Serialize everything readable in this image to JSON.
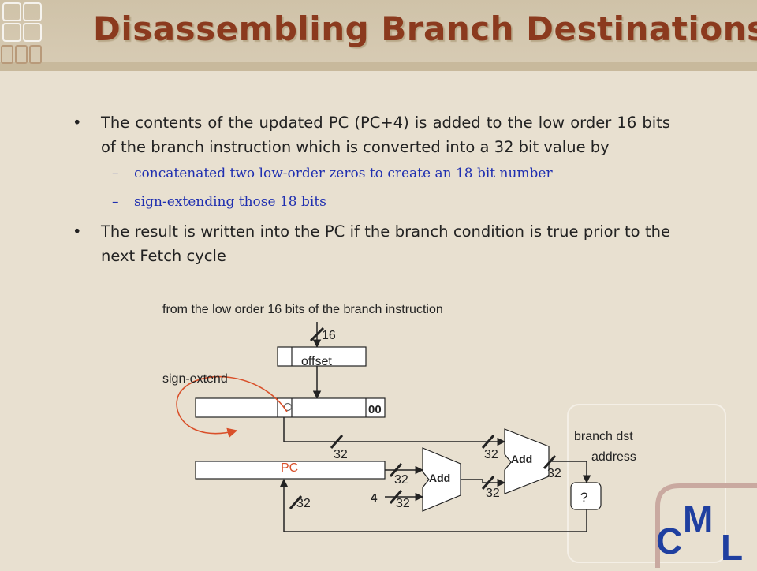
{
  "title": "Disassembling Branch Destinations",
  "bullets": [
    {
      "text": "The contents of the updated PC (PC+4) is added to the low order 16 bits of the branch instruction which is converted into a 32 bit value by"
    },
    {
      "text": "The result is written into the PC if the branch condition is true prior to the next Fetch cycle"
    }
  ],
  "subbullets": [
    "concatenated two low-order zeros to create an 18 bit number",
    "sign-extending those 18 bits"
  ],
  "bullet_glyph": "•",
  "dash_glyph": "–",
  "diagram": {
    "caption": "from the low order 16 bits of the branch instruction",
    "sign_extend_label": "sign-extend",
    "offset_label": "offset",
    "bits_16": "16",
    "zeros": "00",
    "pc_label": "PC",
    "add_label": "Add",
    "four": "4",
    "w32": "32",
    "branch_dst_line1": "branch dst",
    "branch_dst_line2": "address",
    "mux_label": "?"
  },
  "logo": {
    "c": "C",
    "m": "M",
    "l": "L"
  },
  "colors": {
    "title": "#8b3a1e",
    "sub": "#1f2fb0",
    "pc": "#d9502a",
    "arc": "#d9502a"
  }
}
